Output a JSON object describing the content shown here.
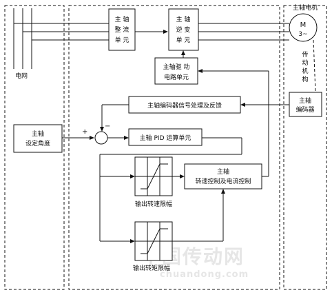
{
  "blocks": {
    "rectifier": [
      "主 轴",
      "整 流",
      "单 元"
    ],
    "inverter": [
      "主 轴",
      "逆 变",
      "单 元"
    ],
    "drive_circuit": [
      "主轴驱 动",
      "电路单元"
    ],
    "encoder_processing": "主轴编码器信号处理及反馈",
    "pid_unit": "主轴 PID 运算单元",
    "speed_current_control": [
      "主轴",
      "转速控制及电流控制"
    ],
    "set_angle": [
      "主轴",
      "设定角度"
    ],
    "encoder": [
      "主轴",
      "编码器"
    ]
  },
  "labels": {
    "grid": "电网",
    "motor_title": "主轴电机",
    "motor_symbol": "M",
    "motor_sub": "3~",
    "transmission": [
      "传",
      "动",
      "机",
      "构"
    ],
    "speed_limit": "输出转速限幅",
    "torque_limit": "输出转矩限幅",
    "sum_plus": "+",
    "sum_minus": "−"
  },
  "watermark": {
    "main": "中国传动网",
    "url": "chuandong.com"
  }
}
